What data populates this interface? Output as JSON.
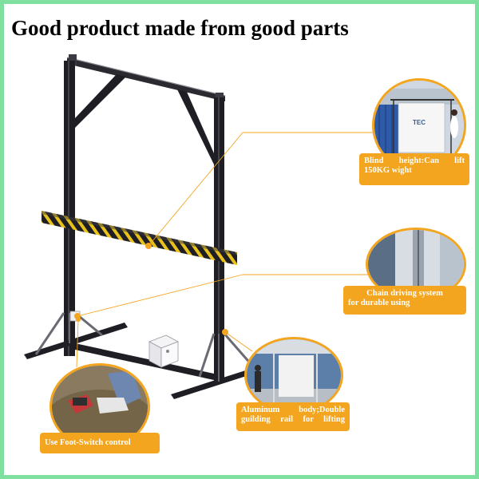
{
  "headline": "Good product  made from good parts",
  "colors": {
    "accent": "#f3a51f",
    "border": "#7fe0a0",
    "frame": "#1e1e24",
    "hazard_yellow": "#e8c21a"
  },
  "callouts": [
    {
      "id": "blind-height",
      "image_text": "TEC",
      "label_lines": [
        "Blind height:Can lift",
        "150KG wight"
      ]
    },
    {
      "id": "chain-driving",
      "label_lines": [
        "Chain driving system",
        "for durable using"
      ]
    },
    {
      "id": "aluminum-body",
      "label_lines": [
        "Aluminum body;Double",
        "guilding rail for lifting"
      ]
    },
    {
      "id": "foot-switch",
      "label_lines": [
        "Use Foot-Switch control"
      ]
    }
  ]
}
